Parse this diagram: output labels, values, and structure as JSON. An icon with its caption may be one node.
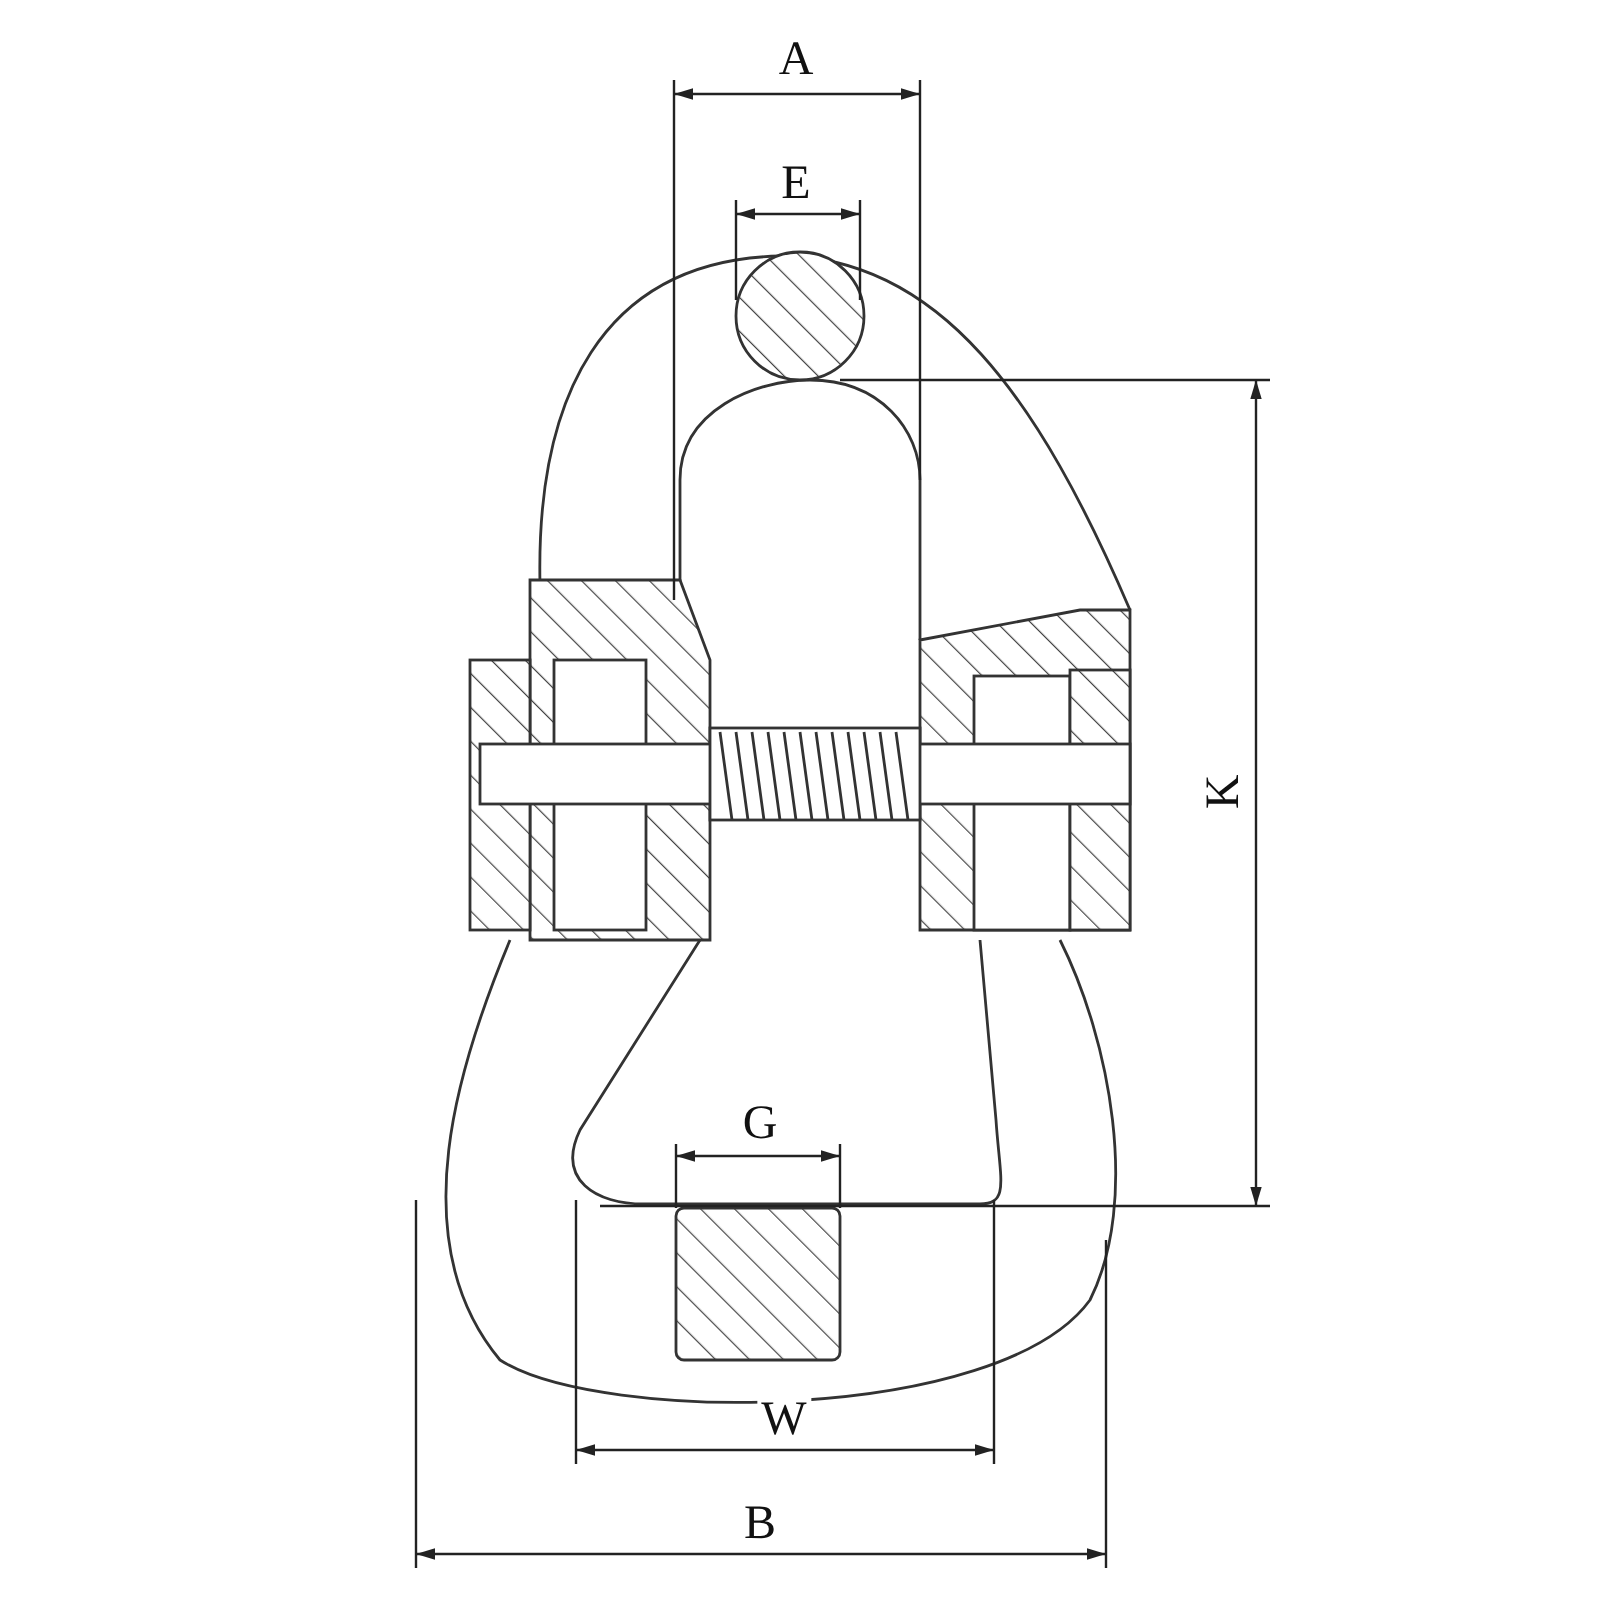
{
  "diagram": {
    "labels": [
      "A",
      "E",
      "K",
      "G",
      "W",
      "B"
    ]
  }
}
